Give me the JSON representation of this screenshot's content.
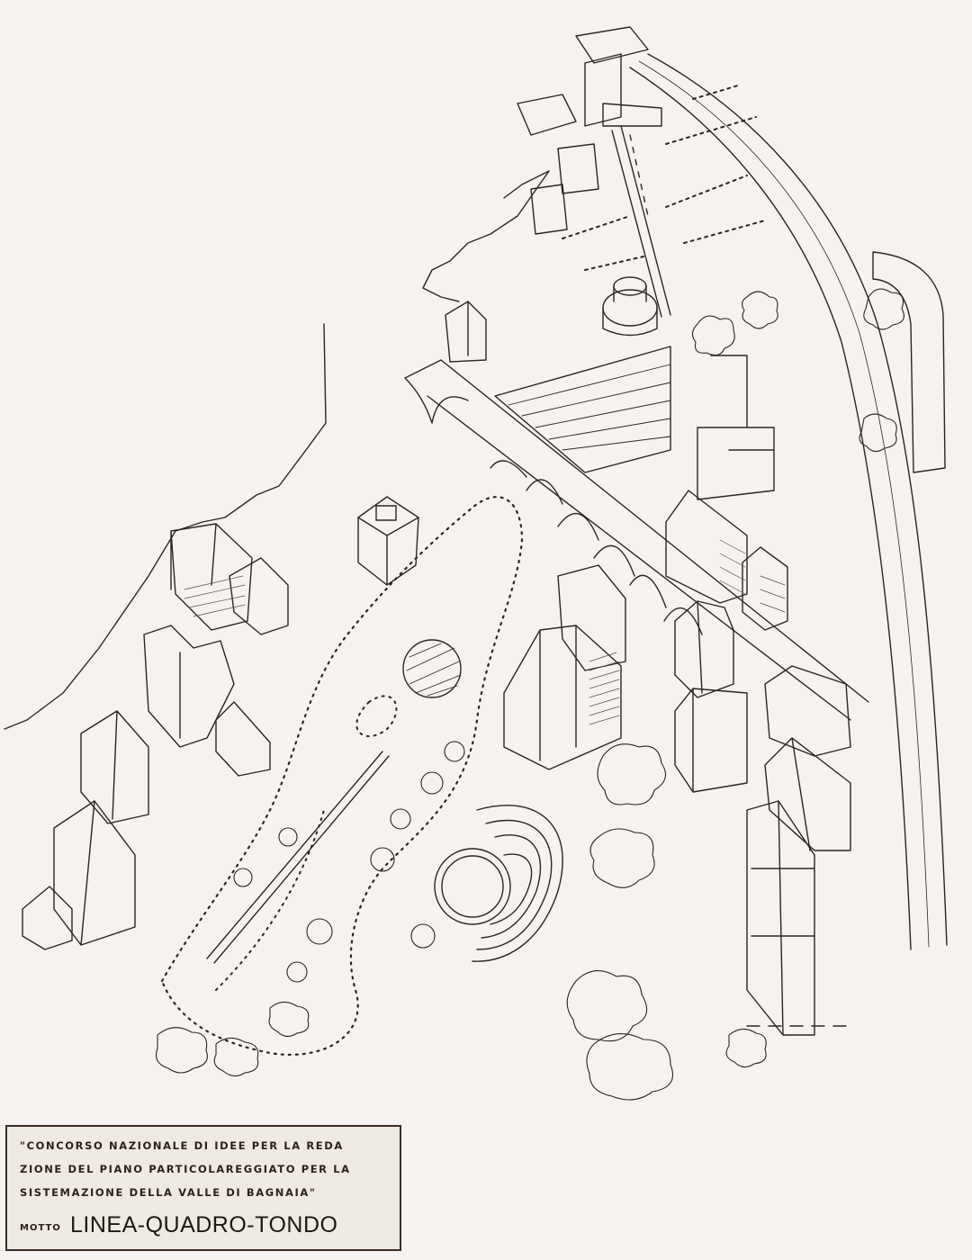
{
  "caption": {
    "line1": "\"CONCORSO NAZIONALE DI IDEE PER LA REDA",
    "line2": "ZIONE DEL PIANO PARTICOLAREGGIATO PER LA",
    "line3": "SISTEMAZIONE DELLA VALLE DI BAGNAIA\"",
    "motto_label": "MOTTO",
    "motto": "LINEA-QUADRO-TONDO"
  },
  "colors": {
    "ink": "#2e2620",
    "paper": "#f5f2ef",
    "hatch": "#5a4e44"
  }
}
